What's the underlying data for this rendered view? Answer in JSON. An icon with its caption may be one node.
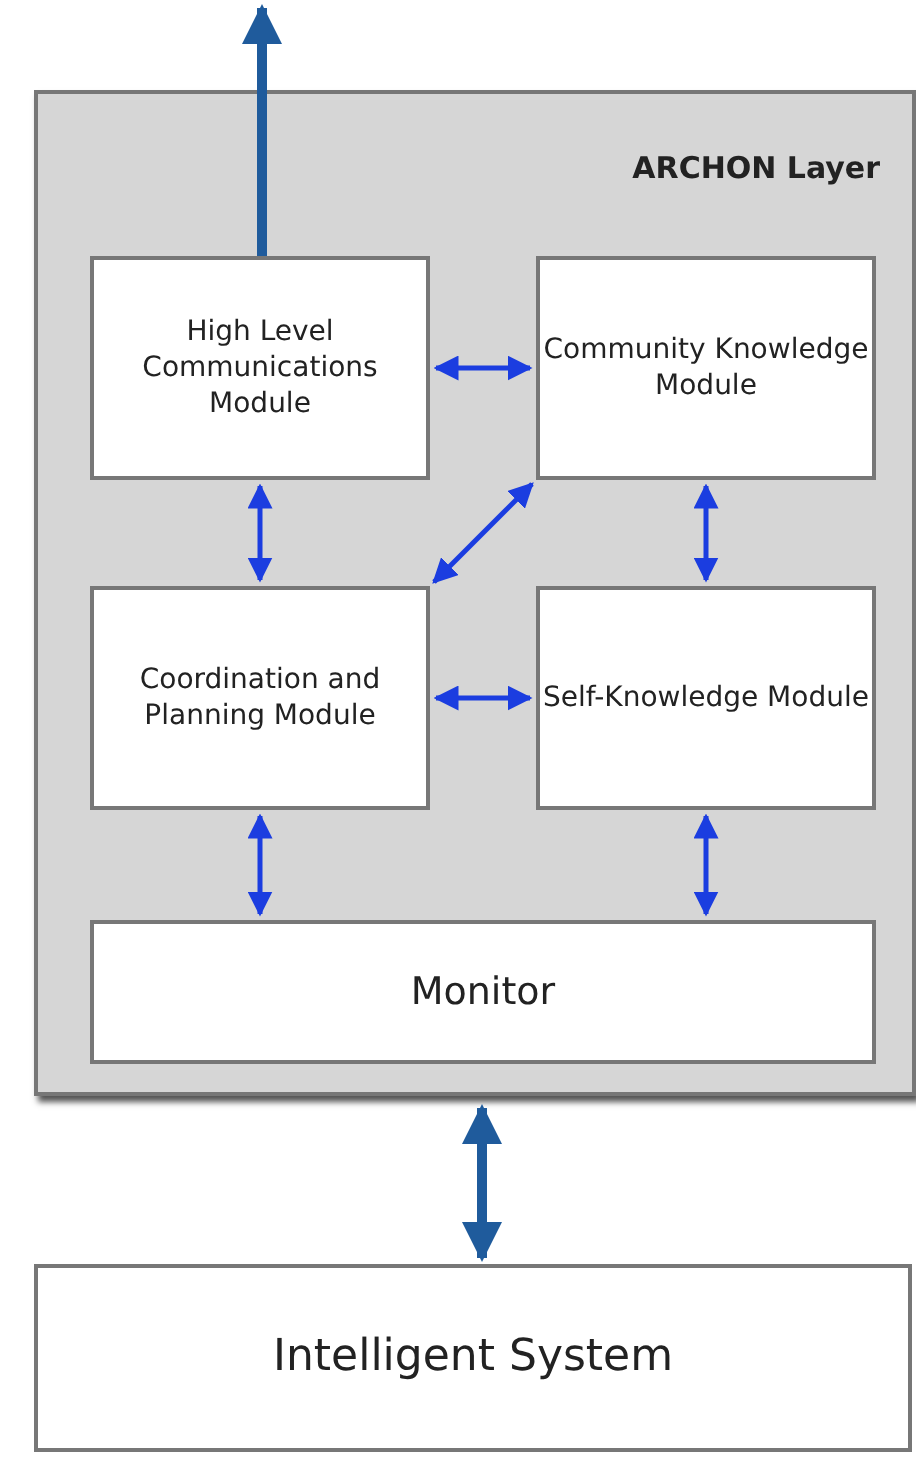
{
  "diagram": {
    "nodes": [
      {
        "text": [
          "ARCHON Layer"
        ]
      },
      {
        "text": [
          "High Level Communications Module"
        ],
        "in": 0
      },
      {
        "text": [
          "Community Knowledge Module"
        ],
        "in": 0
      },
      {
        "text": [
          "Coordination and Planning Module"
        ],
        "in": 0
      },
      {
        "text": [
          "Self-Knowledge Module"
        ],
        "in": 0
      },
      {
        "text": [
          "Monitor"
        ],
        "in": 0
      },
      {
        "text": [
          "Intelligent System"
        ]
      }
    ],
    "edges": [
      {
        "from": 1,
        "to": null,
        "arrow": "to",
        "style": "thick",
        "color": "#1f5b9c"
      },
      {
        "from": 1,
        "to": 2,
        "arrow": "both"
      },
      {
        "from": 1,
        "to": 3,
        "arrow": "both"
      },
      {
        "from": 3,
        "to": 2,
        "arrow": "both"
      },
      {
        "from": 2,
        "to": 4,
        "arrow": "both"
      },
      {
        "from": 3,
        "to": 4,
        "arrow": "both"
      },
      {
        "from": 3,
        "to": 5,
        "arrow": "both"
      },
      {
        "from": 4,
        "to": 5,
        "arrow": "both"
      },
      {
        "from": 0,
        "to": 6,
        "arrow": "both",
        "style": "thick",
        "color": "#1f5b9c"
      }
    ]
  }
}
